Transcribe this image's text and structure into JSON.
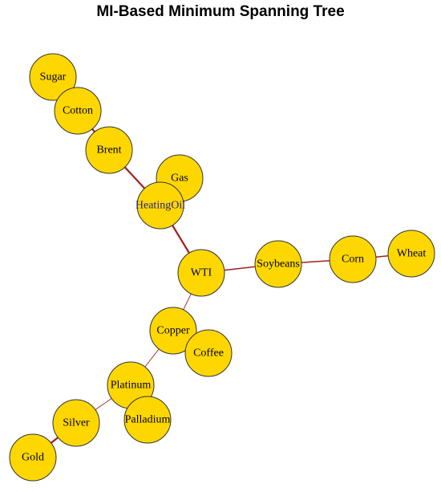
{
  "title": "MI-Based Minimum Spanning Tree",
  "colors": {
    "node_fill": "#FFD700",
    "node_stroke": "#333333",
    "edge": "#A02020",
    "label_default": "#000000",
    "label_blue": "#1F1F8F"
  },
  "nodes": [
    {
      "id": "Sugar",
      "label": "Sugar"
    },
    {
      "id": "Cotton",
      "label": "Cotton"
    },
    {
      "id": "Brent",
      "label": "Brent"
    },
    {
      "id": "Gas",
      "label": "Gas"
    },
    {
      "id": "HeatingOil",
      "label": "HeatingOil",
      "label_color": "blue"
    },
    {
      "id": "WTI",
      "label": "WTI"
    },
    {
      "id": "Soybeans",
      "label": "Soybeans"
    },
    {
      "id": "Corn",
      "label": "Corn"
    },
    {
      "id": "Wheat",
      "label": "Wheat"
    },
    {
      "id": "Copper",
      "label": "Copper"
    },
    {
      "id": "Coffee",
      "label": "Coffee"
    },
    {
      "id": "Platinum",
      "label": "Platinum"
    },
    {
      "id": "Palladium",
      "label": "Palladium"
    },
    {
      "id": "Silver",
      "label": "Silver"
    },
    {
      "id": "Gold",
      "label": "Gold"
    }
  ],
  "edges": [
    {
      "from": "Sugar",
      "to": "Cotton",
      "weight": "strong"
    },
    {
      "from": "Cotton",
      "to": "Brent",
      "weight": "strong"
    },
    {
      "from": "Brent",
      "to": "HeatingOil",
      "weight": "strong"
    },
    {
      "from": "Gas",
      "to": "HeatingOil",
      "weight": "strong"
    },
    {
      "from": "HeatingOil",
      "to": "WTI",
      "weight": "strong"
    },
    {
      "from": "WTI",
      "to": "Soybeans",
      "weight": "normal"
    },
    {
      "from": "Soybeans",
      "to": "Corn",
      "weight": "normal"
    },
    {
      "from": "Corn",
      "to": "Wheat",
      "weight": "normal"
    },
    {
      "from": "WTI",
      "to": "Copper",
      "weight": "thin"
    },
    {
      "from": "Copper",
      "to": "Coffee",
      "weight": "thin"
    },
    {
      "from": "Copper",
      "to": "Platinum",
      "weight": "thin"
    },
    {
      "from": "Platinum",
      "to": "Palladium",
      "weight": "thin"
    },
    {
      "from": "Platinum",
      "to": "Silver",
      "weight": "thin"
    },
    {
      "from": "Silver",
      "to": "Gold",
      "weight": "strong"
    }
  ]
}
